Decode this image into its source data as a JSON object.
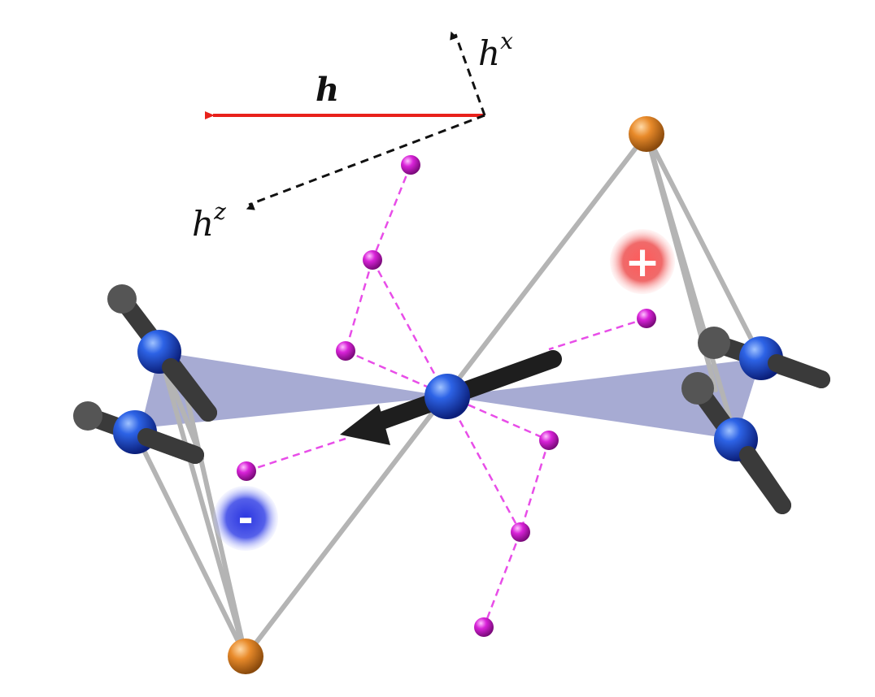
{
  "labels": {
    "h": "h",
    "hx_base": "h",
    "hx_sup": "x",
    "hz_base": "h",
    "hz_sup": "z"
  },
  "charges": {
    "plus": "+",
    "minus": "-"
  },
  "colors": {
    "field_arrow": "#e8211b",
    "axis_arrow": "#111111",
    "spin_site": "#1f4fd6",
    "apex_atom": "#e08a2a",
    "ligand_atom": "#d61fd6",
    "ligand_bond": "#e84de8",
    "frame_rod": "#b4b4b4",
    "spin_arrow": "#3a3a3a",
    "plane": "#8a8fc4",
    "plus_charge": "#f06060",
    "minus_charge": "#3a45e0"
  }
}
